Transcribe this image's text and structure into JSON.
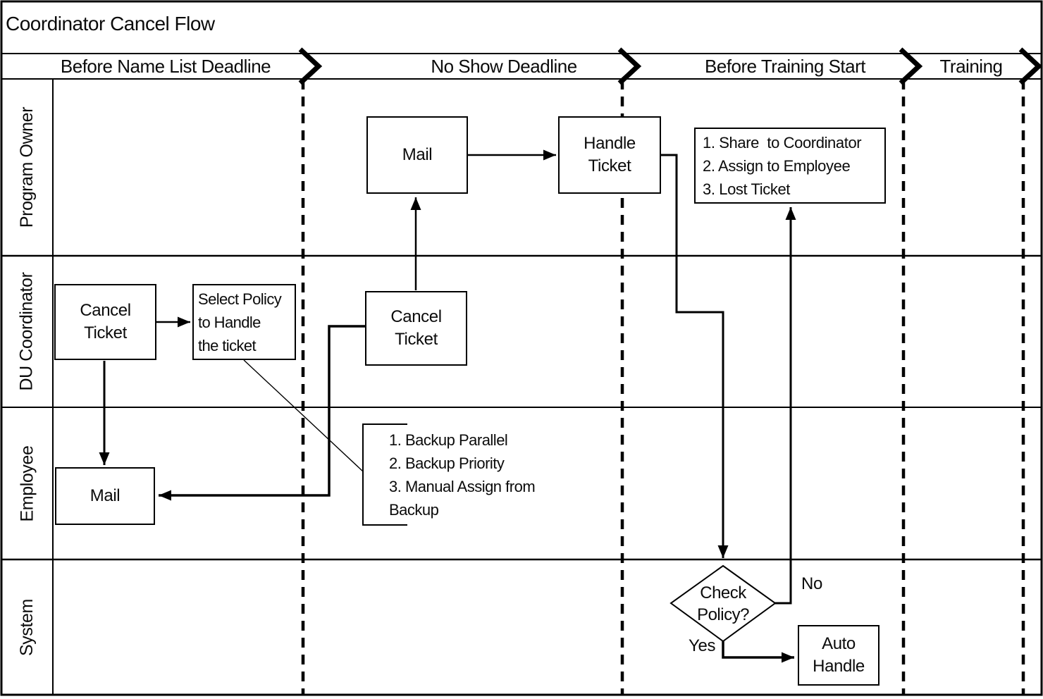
{
  "title": "Coordinator Cancel Flow",
  "phases": {
    "items": [
      "Before Name List Deadline",
      "No Show Deadline",
      "Before Training Start",
      "Training"
    ]
  },
  "lanes": {
    "items": [
      "Program Owner",
      "DU Coordinator",
      "Employee",
      "System"
    ]
  },
  "nodes": {
    "po_mail": "Mail",
    "po_handle_ticket": "Handle\nTicket",
    "po_handle_options": [
      "1. Share  to Coordinator",
      "2. Assign to Employee",
      "3. Lost Ticket"
    ],
    "du_cancel_ticket_1": "Cancel\nTicket",
    "du_select_policy": "Select Policy\nto Handle\nthe ticket",
    "du_cancel_ticket_2": "Cancel\nTicket",
    "emp_mail": "Mail",
    "emp_backup_options": [
      "1. Backup Parallel",
      "2. Backup Priority",
      "3. Manual Assign from",
      "Backup"
    ],
    "sys_check_policy": "Check\nPolicy?",
    "sys_auto_handle": "Auto\nHandle"
  },
  "edge_labels": {
    "yes": "Yes",
    "no": "No"
  },
  "colors": {
    "ink": "#000000",
    "background": "#ffffff"
  }
}
